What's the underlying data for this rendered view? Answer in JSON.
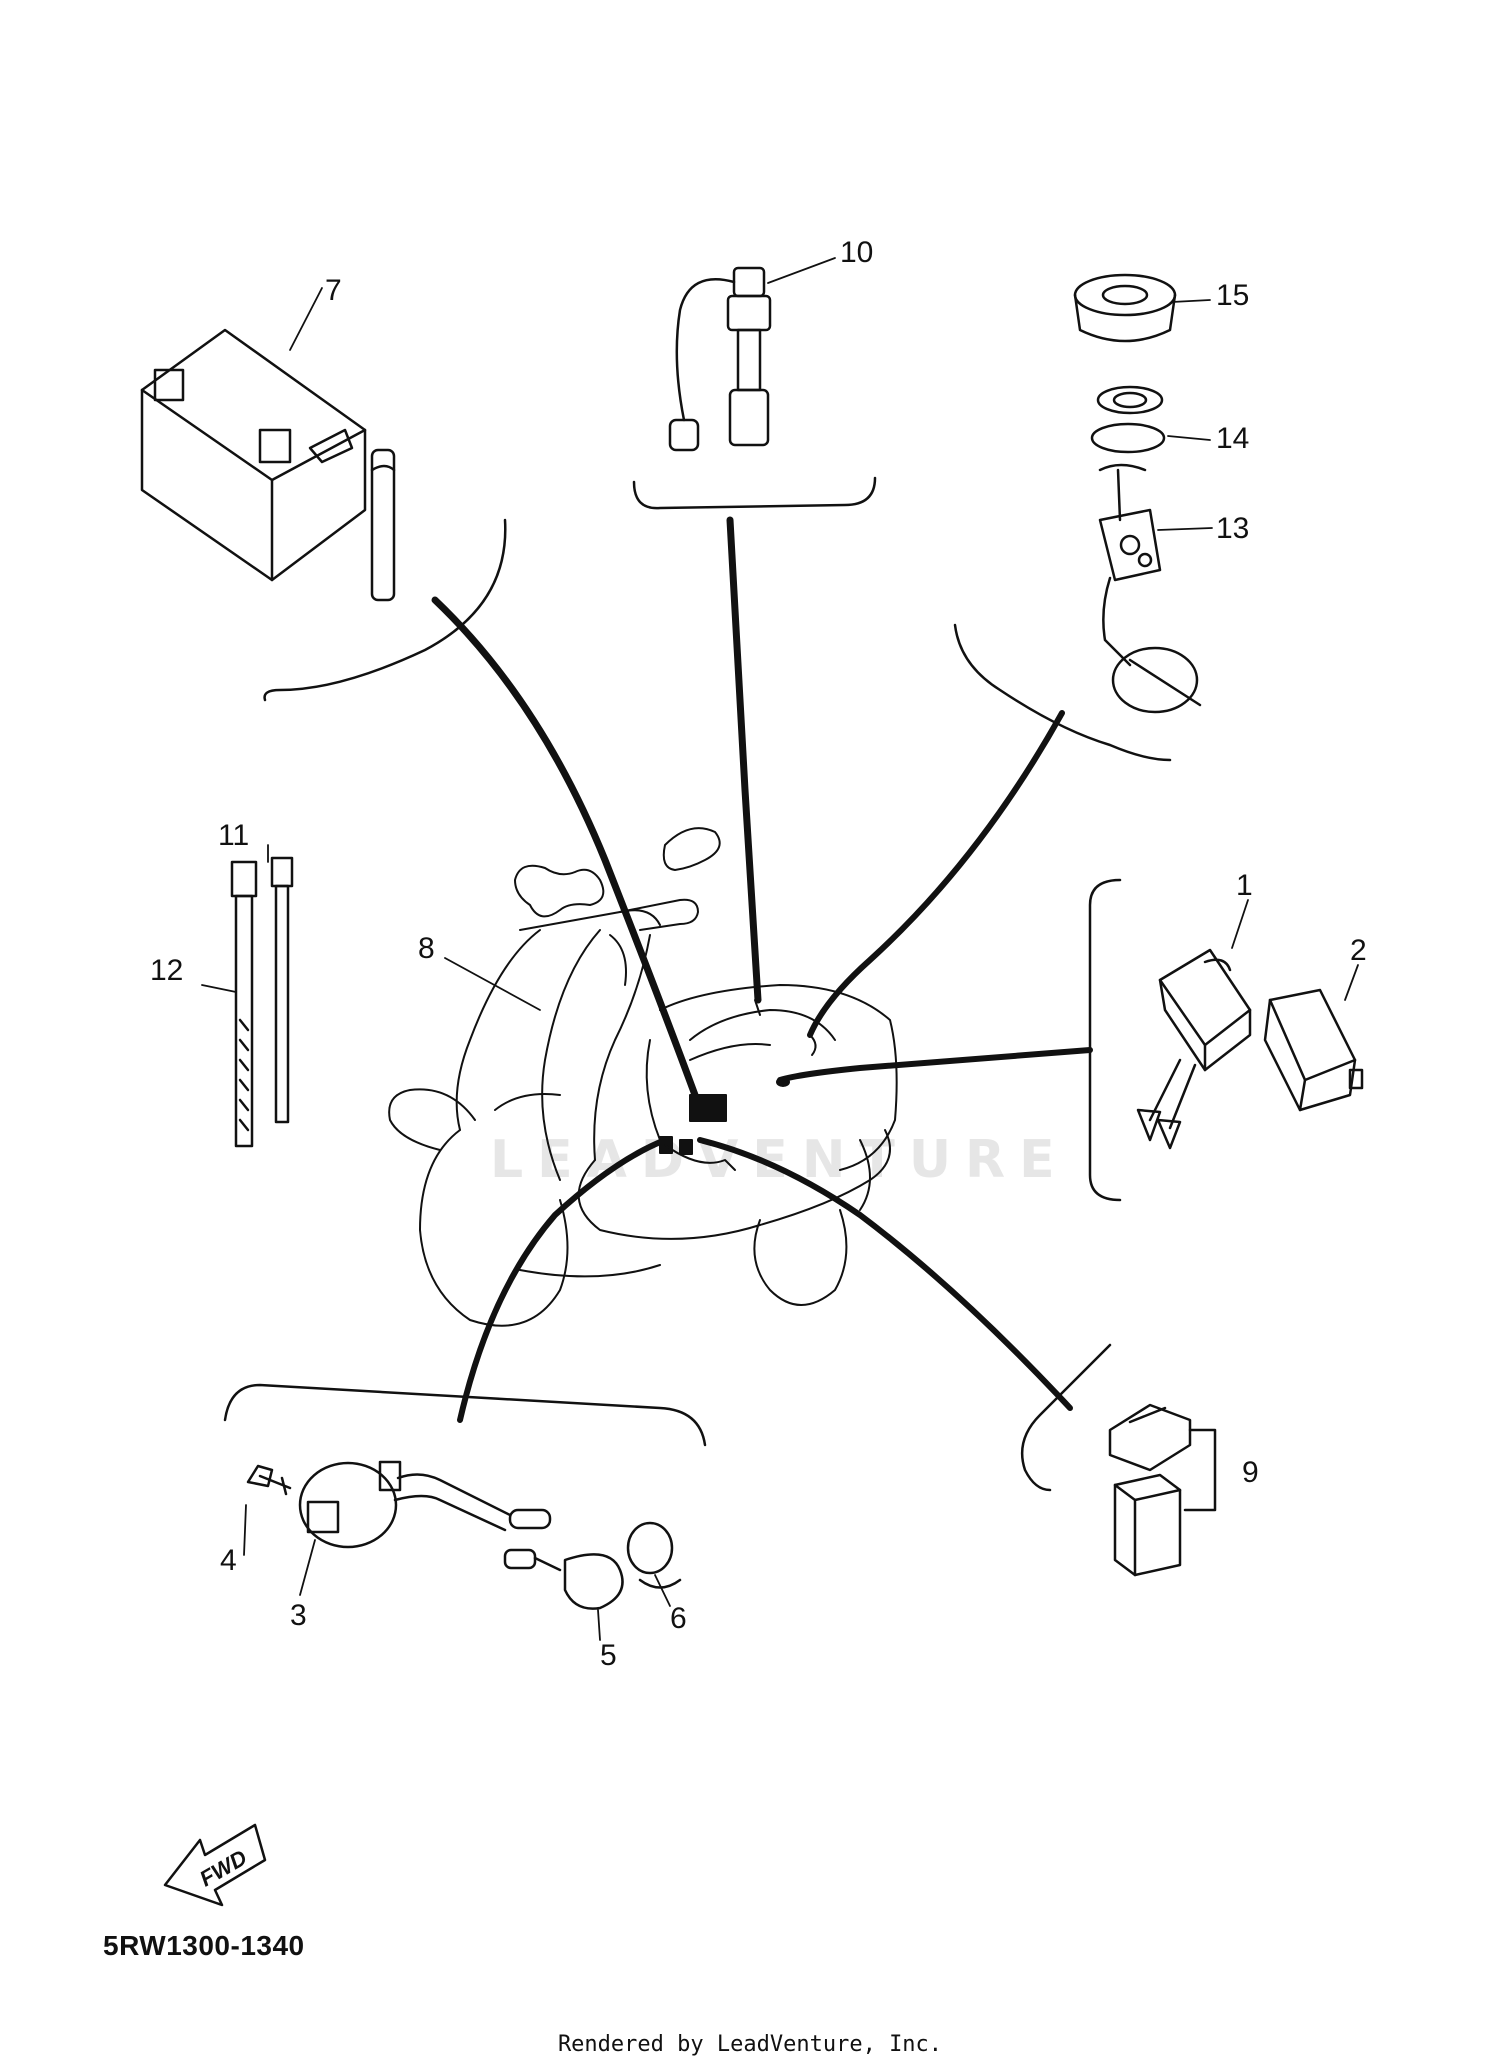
{
  "diagram": {
    "code": "5RW1300-1340",
    "footer": "Rendered by LeadVenture, Inc.",
    "watermark": "LEADVENTURE",
    "direction_label": "FWD",
    "callouts": [
      "1",
      "2",
      "3",
      "4",
      "5",
      "6",
      "7",
      "8",
      "9",
      "10",
      "11",
      "12",
      "13",
      "14",
      "15"
    ]
  }
}
